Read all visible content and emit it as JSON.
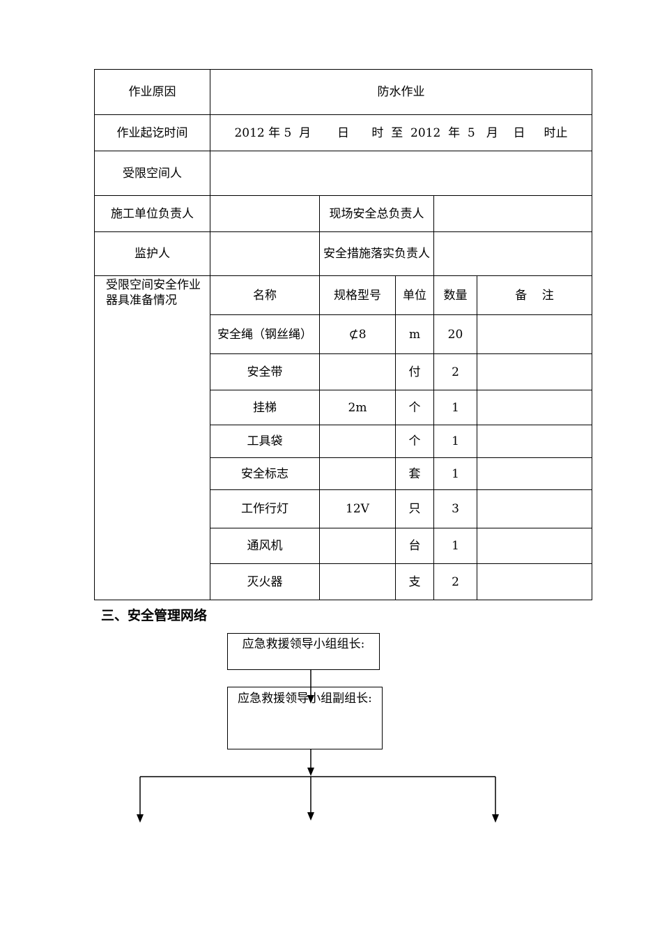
{
  "form": {
    "reason_label": "作业原因",
    "reason_value": "防水作业",
    "time_label": "作业起讫时间",
    "time_value": "2012 年 5  月       日      时  至  2012  年  5   月    日     时止",
    "person_label": "受限空间人",
    "person_value": "",
    "unit_head_label": "施工单位负责人",
    "unit_head_value": "",
    "site_safety_label": "现场安全总负责人",
    "site_safety_value": "",
    "guardian_label": "监护人",
    "guardian_value": "",
    "measures_label": "安全措施落实负责人",
    "measures_value": "",
    "equipment_label": "受限空间安全作业器具准备情况",
    "headers": {
      "name": "名称",
      "spec": "规格型号",
      "unit": "单位",
      "qty": "数量",
      "remark": "备    注"
    },
    "equipment": [
      {
        "name": "安全绳（钢丝绳）",
        "spec": "⊄8",
        "unit": "m",
        "qty": "20",
        "remark": ""
      },
      {
        "name": "安全带",
        "spec": "",
        "unit": "付",
        "qty": "2",
        "remark": ""
      },
      {
        "name": "挂梯",
        "spec": "2m",
        "unit": "个",
        "qty": "1",
        "remark": ""
      },
      {
        "name": "工具袋",
        "spec": "",
        "unit": "个",
        "qty": "1",
        "remark": ""
      },
      {
        "name": "安全标志",
        "spec": "",
        "unit": "套",
        "qty": "1",
        "remark": ""
      },
      {
        "name": "工作行灯",
        "spec": "12V",
        "unit": "只",
        "qty": "3",
        "remark": ""
      },
      {
        "name": "通风机",
        "spec": "",
        "unit": "台",
        "qty": "1",
        "remark": ""
      },
      {
        "name": "灭火器",
        "spec": "",
        "unit": "支",
        "qty": "2",
        "remark": ""
      }
    ]
  },
  "section": {
    "title": "三、安全管理网络"
  },
  "flowchart": {
    "leader_box": "应急救援领导小组组长:",
    "deputy_box": "应急救援领导小组副组长:"
  }
}
